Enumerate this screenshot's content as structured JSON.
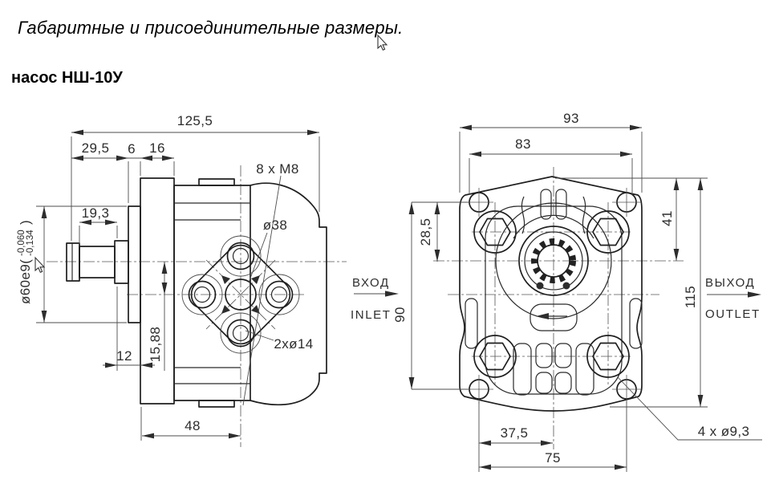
{
  "page": {
    "title": "Габаритные и присоединительные размеры.",
    "subtitle": "насос НШ-10У"
  },
  "side_view": {
    "dim_total_length": "125,5",
    "dim_shaft": "29,5",
    "dim_flange": "6",
    "dim_neck": "16",
    "dim_spline": "19,3",
    "dim_12": "12",
    "dim_offset": "15,88",
    "dim_48": "48",
    "shaft_dia_prefix": "ø60e9(",
    "shaft_tol_upper": "-0,060",
    "shaft_tol_lower": "-0,134",
    "shaft_dia_suffix": ")",
    "note_bolts": "8 x M8",
    "note_pilot": "ø38",
    "note_holes": "2xø14",
    "port_ru": "ВХОД",
    "port_en": "INLET"
  },
  "front_view": {
    "dim_total_width": "93",
    "dim_bolt_span": "83",
    "dim_28_5": "28,5",
    "dim_41": "41",
    "dim_90": "90",
    "dim_115": "115",
    "dim_37_5": "37,5",
    "dim_75": "75",
    "note_holes": "4 x ø9,3",
    "port_ru": "ВЫХОД",
    "port_en": "OUTLET"
  }
}
